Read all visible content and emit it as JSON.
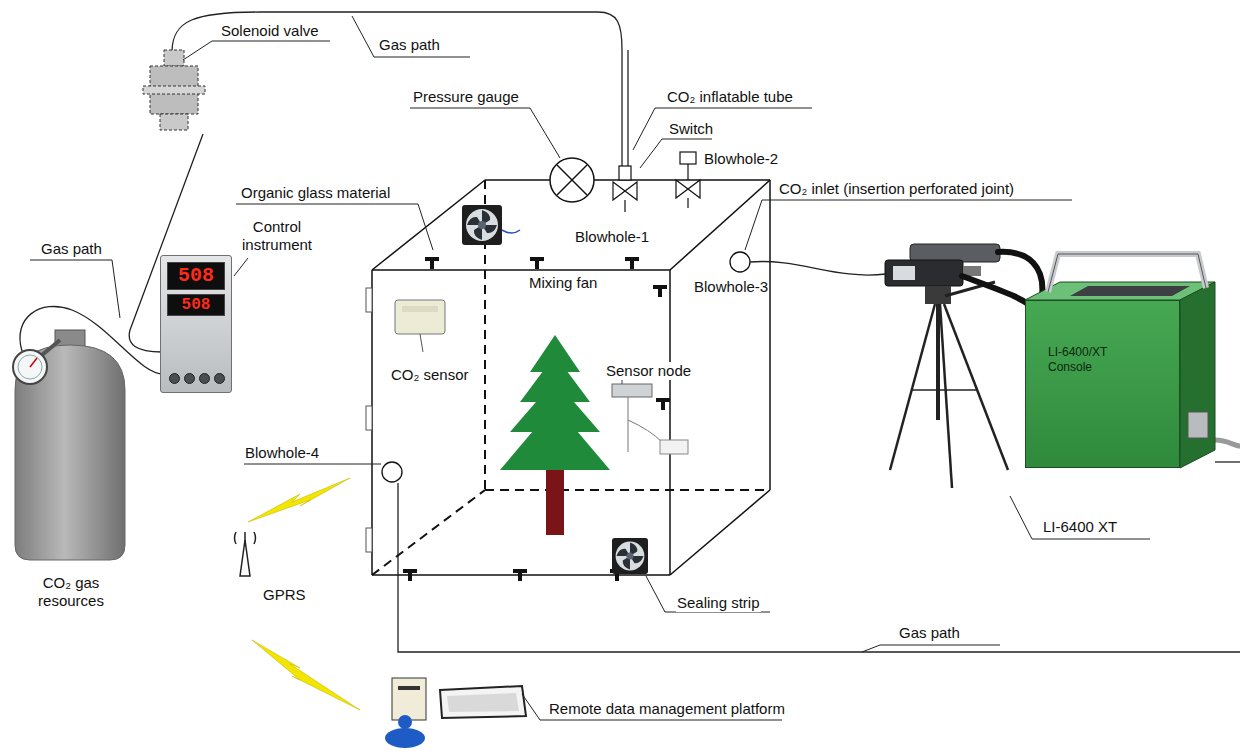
{
  "diagram": {
    "nodes": [
      {
        "text": [
          "508",
          "508"
        ]
      },
      {
        "text": [
          "LI-6400/XT Console"
        ]
      }
    ],
    "labels": [
      "Gas path",
      "Solenoid valve",
      "Pressure gauge",
      "CO₂ inflatable tube",
      "Switch",
      "Blowhole-2",
      "Organic glass material",
      "Blowhole-1",
      "CO₂ inlet (insertion perforated joint)",
      "Gas path",
      "Control instrument",
      "Mixing fan",
      "Blowhole-3",
      "CO₂ sensor",
      "Sensor node",
      "Blowhole-4",
      "GPRS",
      "CO₂ gas resources",
      "Sealing strip",
      "Gas path",
      "LI-6400 XT",
      "Remote data management platform"
    ]
  }
}
